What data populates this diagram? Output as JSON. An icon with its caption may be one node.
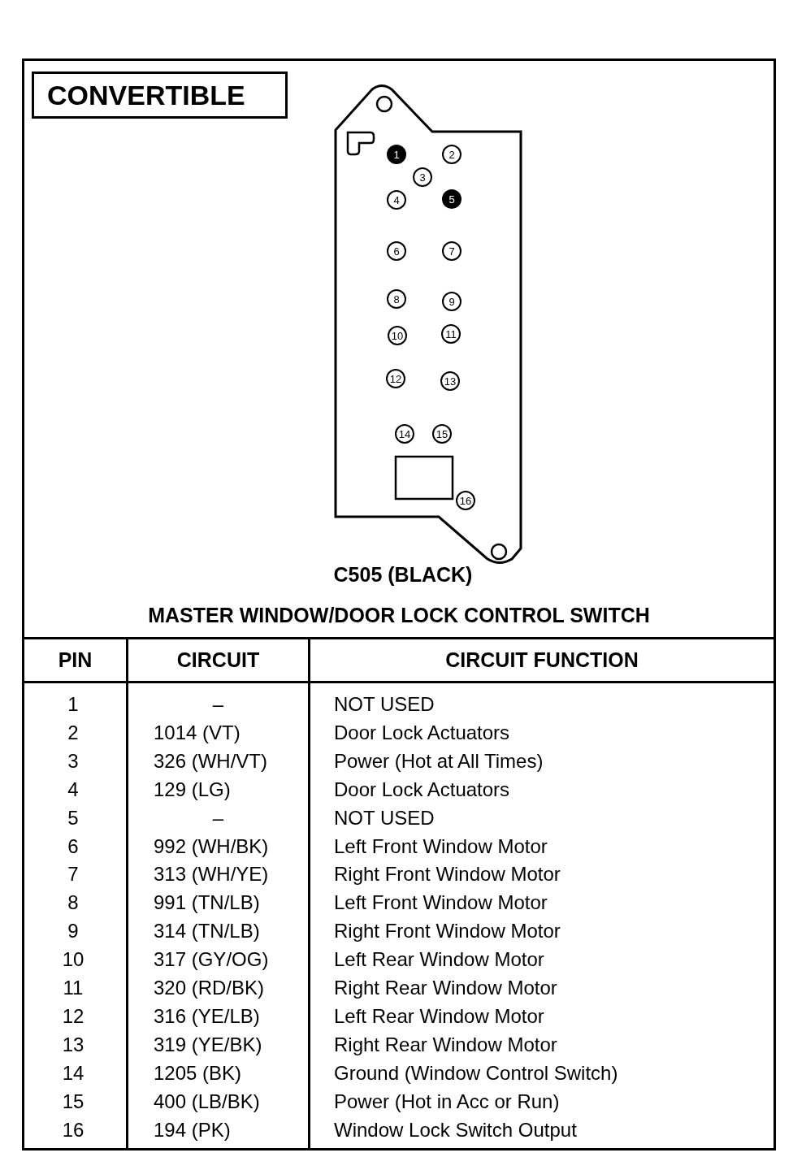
{
  "diagram": {
    "nodes": [
      {
        "text": [
          "CONVERTIBLE"
        ]
      },
      {
        "text": [],
        "shape": "box"
      },
      {
        "text": [
          "1"
        ],
        "in": 1
      },
      {
        "text": [
          "2"
        ],
        "in": 1
      },
      {
        "text": [
          "3"
        ],
        "in": 1
      },
      {
        "text": [
          "4"
        ],
        "in": 1
      },
      {
        "text": [
          "5"
        ],
        "in": 1
      },
      {
        "text": [
          "6"
        ],
        "in": 1
      },
      {
        "text": [
          "7"
        ],
        "in": 1
      },
      {
        "text": [
          "8"
        ],
        "in": 1
      },
      {
        "text": [
          "9"
        ],
        "in": 1
      },
      {
        "text": [
          "10"
        ],
        "in": 1
      },
      {
        "text": [
          "11"
        ],
        "in": 1
      },
      {
        "text": [
          "12"
        ],
        "in": 1
      },
      {
        "text": [
          "13"
        ],
        "in": 1
      },
      {
        "text": [
          "14"
        ],
        "in": 1
      },
      {
        "text": [
          "15"
        ],
        "in": 1
      },
      {
        "text": [
          "16"
        ],
        "in": 1
      }
    ],
    "labels": [
      "C505 (BLACK)",
      "MASTER WINDOW/DOOR LOCK CONTROL SWITCH",
      "PIN",
      "CIRCUIT",
      "CIRCUIT FUNCTION",
      "1",
      "–",
      "NOT USED",
      "2",
      "1014 (VT)",
      "Door Lock Actuators",
      "3",
      "326 (WH/VT)",
      "Power (Hot at All Times)",
      "4",
      "129 (LG)",
      "Door Lock Actuators",
      "5",
      "–",
      "NOT USED",
      "6",
      "992 (WH/BK)",
      "Left Front Window Motor",
      "7",
      "313 (WH/YE)",
      "Right Front Window Motor",
      "8",
      "991 (TN/LB)",
      "Left Front Window Motor",
      "9",
      "314 (TN/LB)",
      "Right Front Window Motor",
      "10",
      "317 (GY/OG)",
      "Left Rear Window Motor",
      "11",
      "320 (RD/BK)",
      "Right Rear Window Motor",
      "12",
      "316 (YE/LB)",
      "Left Rear Window Motor",
      "13",
      "319 (YE/BK)",
      "Right Rear Window Motor",
      "14",
      "1205 (BK)",
      "Ground (Window Control Switch)",
      "15",
      "400 (LB/BK)",
      "Power (Hot in Acc or Run)",
      "16",
      "194 (PK)",
      "Window Lock Switch Output"
    ]
  }
}
